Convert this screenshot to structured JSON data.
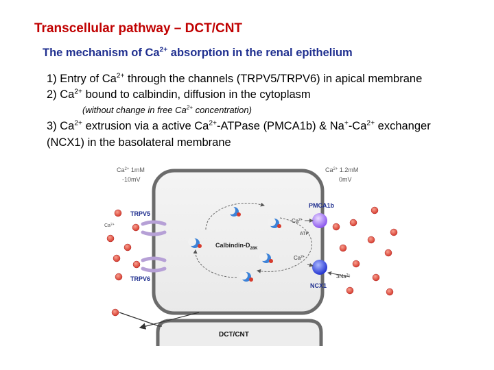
{
  "title": "Transcellular pathway – DCT/CNT",
  "subtitle": {
    "pre": "The mechanism of Ca",
    "sup": "2+",
    "post": " absorption in the renal epithelium"
  },
  "points": [
    {
      "pre": "1)  Entry of Ca",
      "sup": "2+",
      "post": " through the channels (TRPV5/TRPV6) in apical membrane"
    },
    {
      "pre": "2)  Ca",
      "sup": "2+",
      "post": " bound to calbindin, diffusion in the cytoplasm"
    }
  ],
  "note": {
    "pre": "(without change in free Ca",
    "sup": "2+",
    "post": " concentration)"
  },
  "point3": {
    "p1": "3)  Ca",
    "s1": "2+",
    "p2": " extrusion via a active Ca",
    "s2": "2+",
    "p3": "-ATPase (PMCA1b) & Na",
    "s3": "+",
    "p4": "-Ca",
    "s4": "2+",
    "p5": " exchanger"
  },
  "point3_line2": "(NCX1) in the basolateral membrane",
  "diagram": {
    "lumen": {
      "ion": "Ca",
      "ion_sup": "2+",
      "conc": " 1mM",
      "voltage": "-10mV"
    },
    "interstitium": {
      "ion": "Ca",
      "ion_sup": "2+",
      "conc": " 1.2mM",
      "voltage": "0mV"
    },
    "trpv5": "TRPV5",
    "trpv6": "TRPV6",
    "apical_ion": {
      "ion": "Ca",
      "sup": "2+"
    },
    "calbindin": {
      "main": "Calbindin-D",
      "sub": "28K"
    },
    "pmca": "PMCA1b",
    "pmca_ion": {
      "ion": "Ca",
      "sup": "2+"
    },
    "atp": "ATP",
    "ncx_ion": {
      "ion": "Ca",
      "sup": "2+"
    },
    "ncx_na": {
      "pre": "3Na",
      "sup": "2+"
    },
    "ncx": "NCX1",
    "segment": "DCT/CNT"
  },
  "colors": {
    "title": "#c00000",
    "subtitle": "#1f2f8f",
    "calcium_ion": "#e05545",
    "pmca_pump": "#9b6cf0",
    "ncx_exchanger": "#3a4fe0",
    "calbindin": "#3d83d8",
    "trpv_channel": "#b6a0d6",
    "cell_membrane": "#6b6b6b",
    "cytoplasm": "#f2f2f2"
  }
}
